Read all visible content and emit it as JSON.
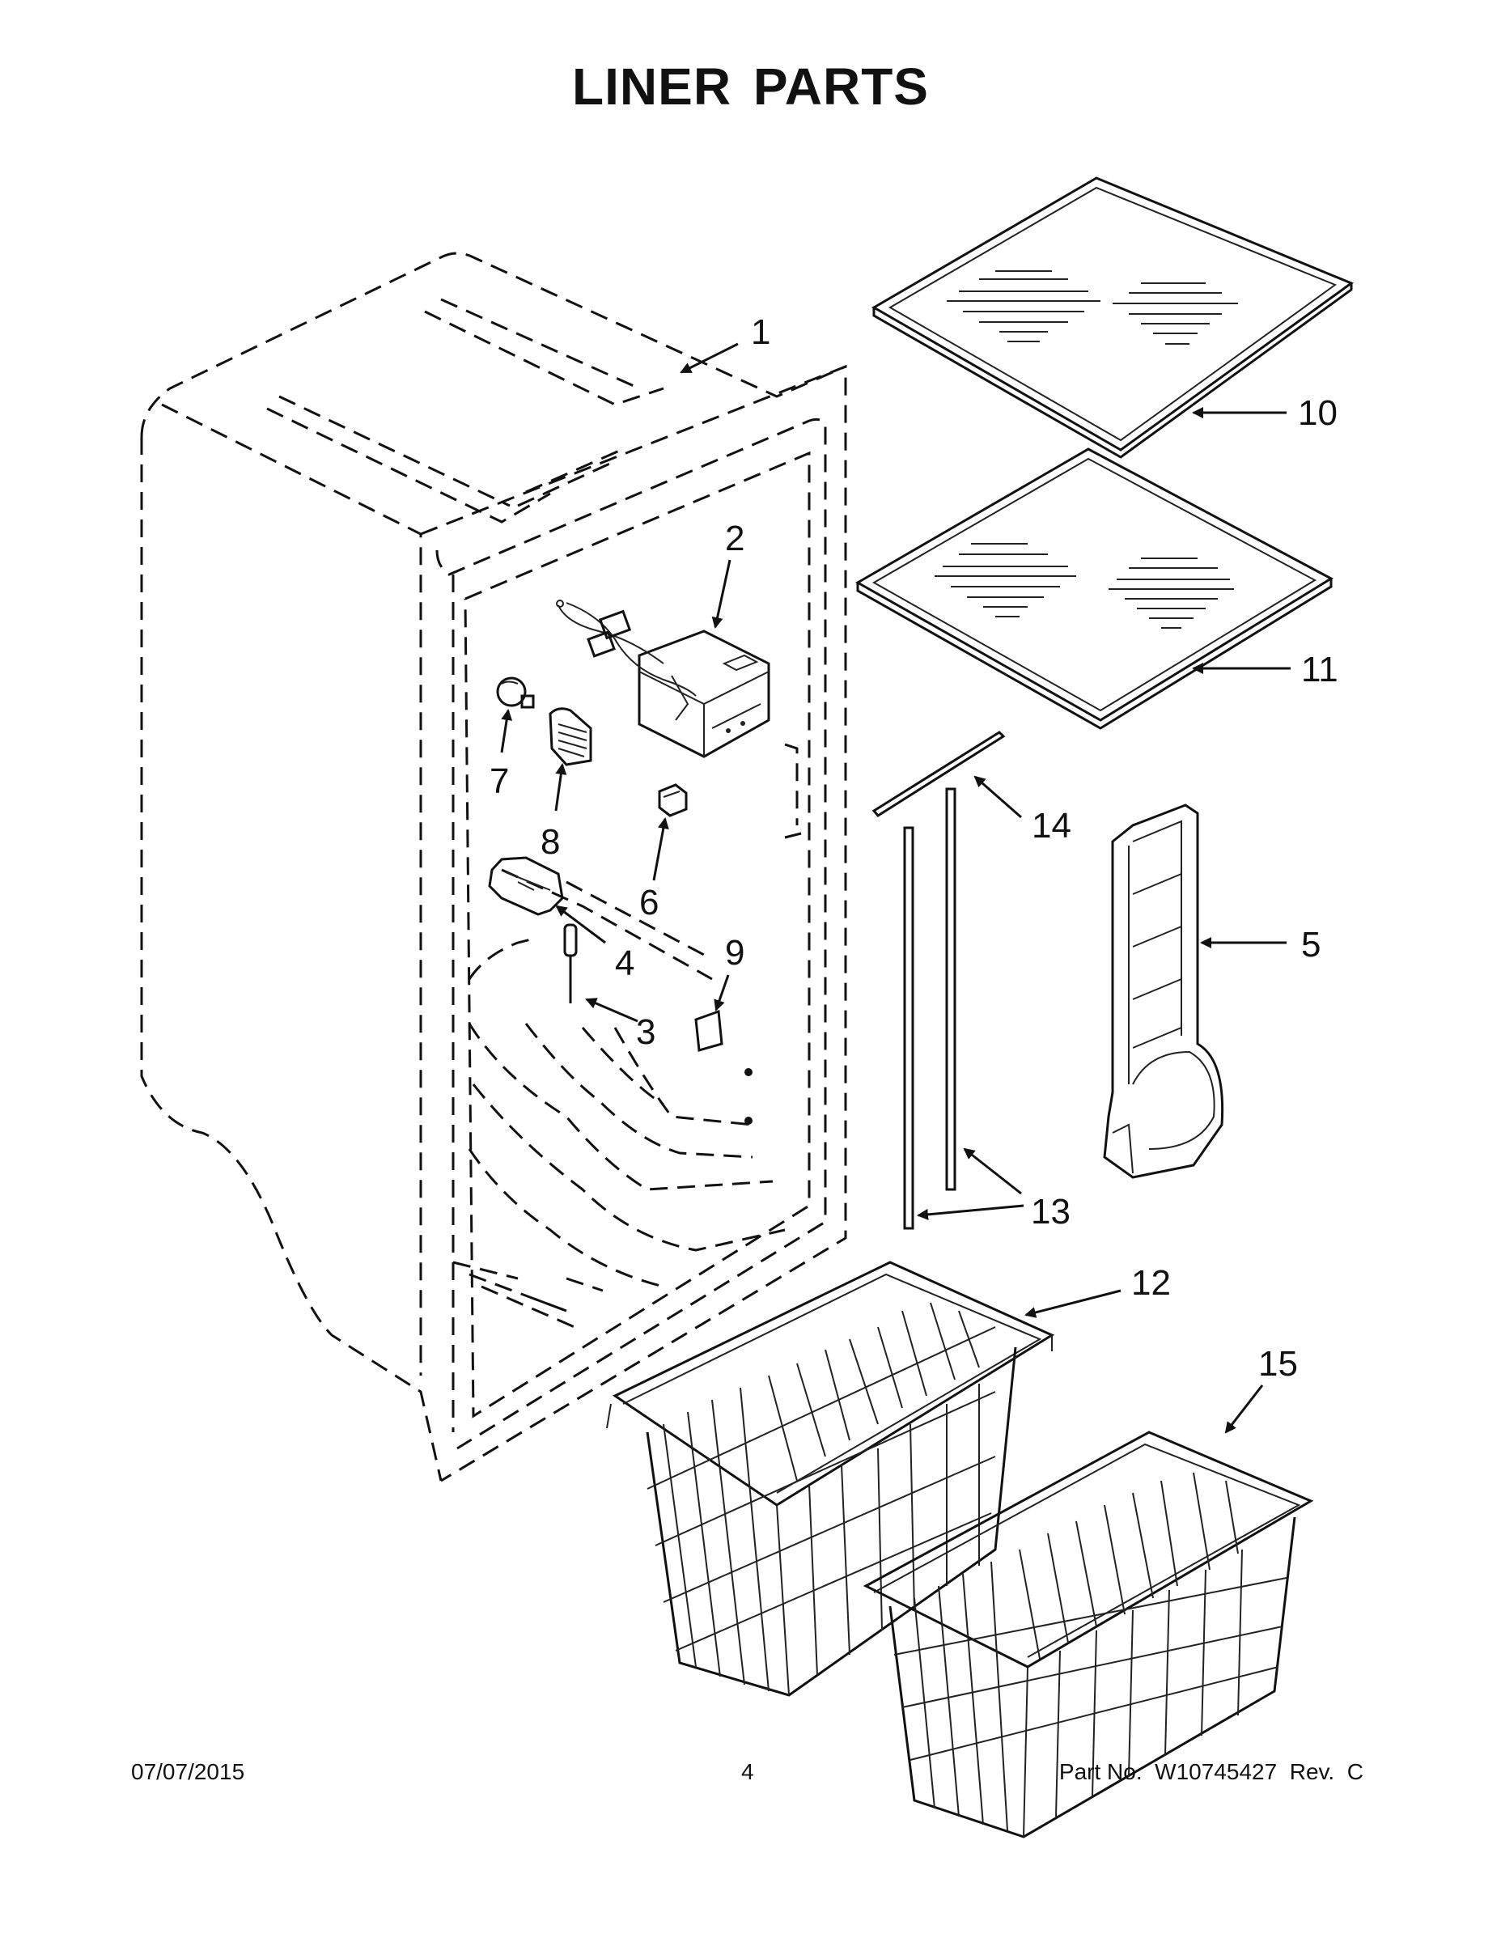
{
  "title": "LINER PARTS",
  "callouts": {
    "c1": "1",
    "c2": "2",
    "c3": "3",
    "c4": "4",
    "c5": "5",
    "c6": "6",
    "c7": "7",
    "c8": "8",
    "c9": "9",
    "c10": "10",
    "c11": "11",
    "c12": "12",
    "c13": "13",
    "c14": "14",
    "c15": "15"
  },
  "footer": {
    "date": "07/07/2015",
    "page": "4",
    "part": "Part No.  W10745427  Rev.  C"
  }
}
